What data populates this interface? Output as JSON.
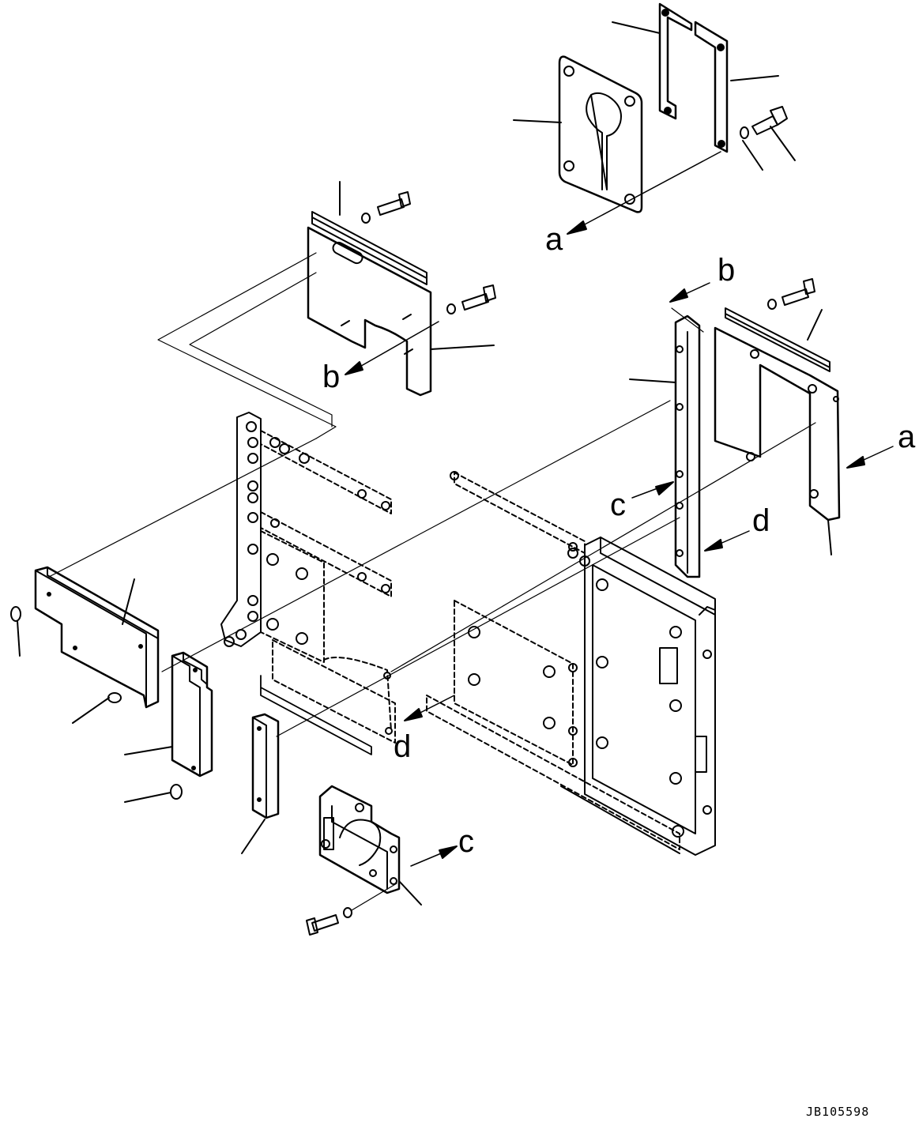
{
  "diagram": {
    "callout_letters": {
      "a_top": "a",
      "a_right": "a",
      "b_top": "b",
      "b_left": "b",
      "c_mid": "c",
      "c_bottom": "c",
      "d_right": "d",
      "d_mid": "d"
    },
    "drawing_code": "JB105598",
    "line_color": "#000000",
    "background": "#ffffff"
  }
}
